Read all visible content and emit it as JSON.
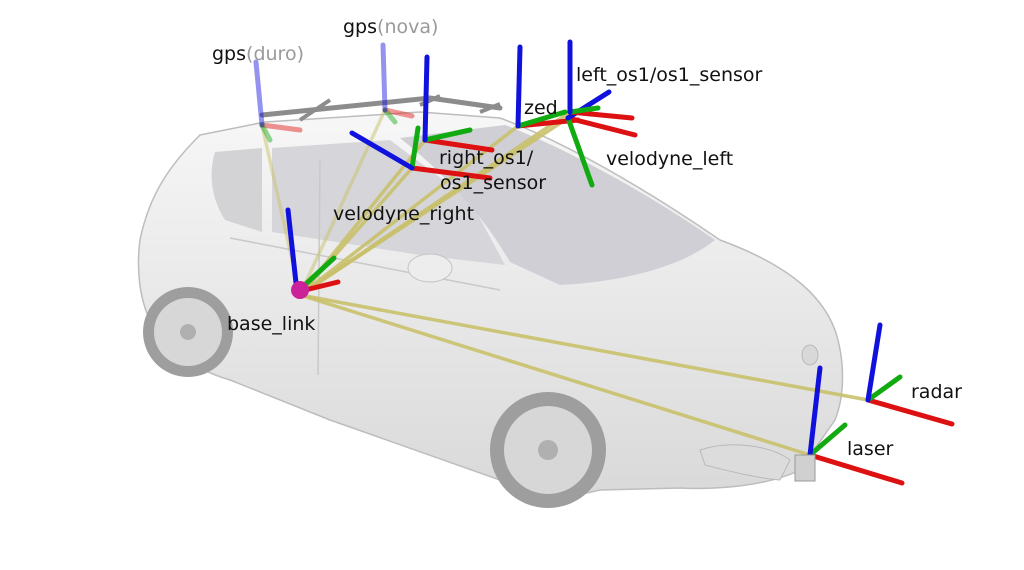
{
  "colors": {
    "x_axis": "#dd1111",
    "y_axis": "#11aa11",
    "z_axis": "#1111dd",
    "link": "#c9c06a",
    "marker": "#cc2299",
    "car_body": "#e4e4e4",
    "car_glass": "#d0d0d6"
  },
  "frames": {
    "gps_duro": {
      "name": "gps",
      "suffix": "(duro)"
    },
    "gps_nova": {
      "name": "gps",
      "suffix": "(nova)"
    },
    "left_os1": {
      "label": "left_os1/os1_sensor"
    },
    "zed": {
      "label": "zed"
    },
    "right_os1": {
      "label_line1": "right_os1/",
      "label_line2": "os1_sensor"
    },
    "velodyne_left": {
      "label": "velodyne_left"
    },
    "velodyne_right": {
      "label": "velodyne_right"
    },
    "base_link": {
      "label": "base_link"
    },
    "radar": {
      "label": "radar"
    },
    "laser": {
      "label": "laser"
    }
  }
}
